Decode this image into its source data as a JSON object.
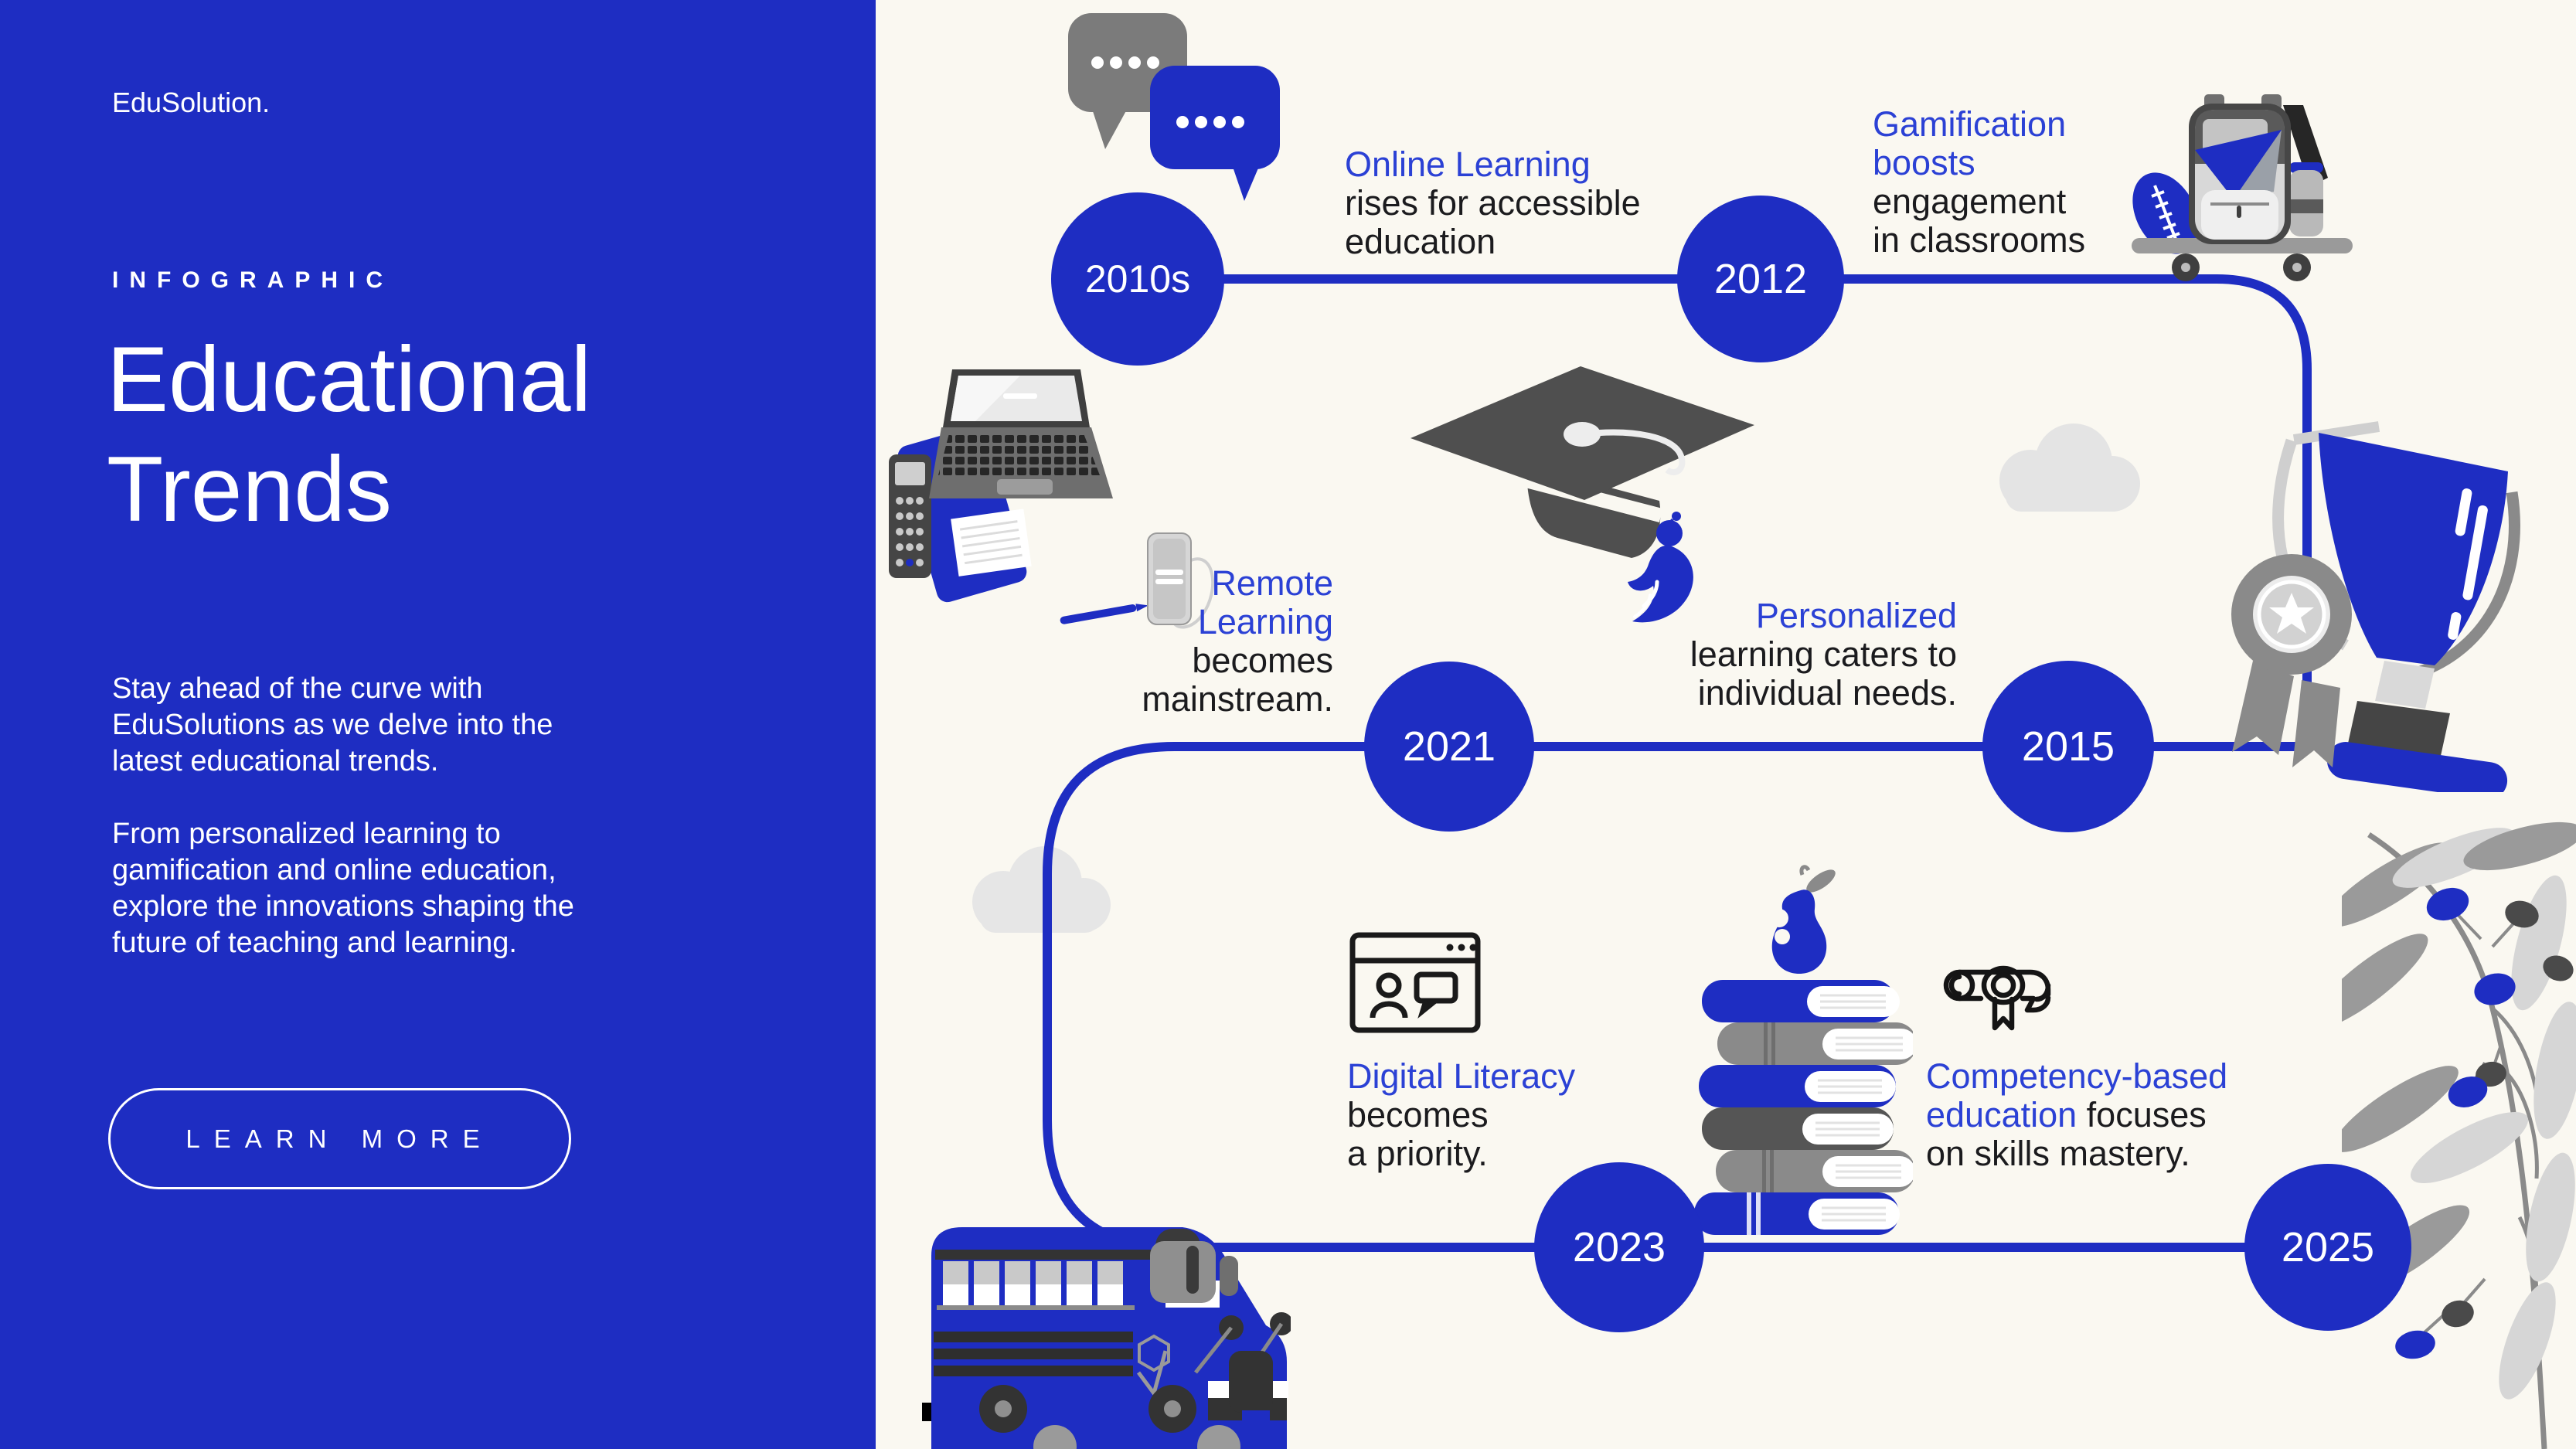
{
  "brand": "EduSolution.",
  "left_panel": {
    "eyebrow": "INFOGRAPHIC",
    "title_lines": [
      "Educational",
      "Trends"
    ],
    "paragraph1_lines": [
      "Stay ahead of the curve with",
      "EduSolutions as we delve into the",
      "latest educational trends."
    ],
    "paragraph2_lines": [
      "From personalized learning to",
      "gamification and online education,",
      "explore the innovations shaping the",
      "future of teaching and learning."
    ],
    "cta_label": "LEARN MORE"
  },
  "timeline": {
    "events": {
      "y2010s": {
        "year": "2010s",
        "heading_lines": [
          "Online Learning"
        ],
        "body_lines": [
          "rises for accessible",
          "education"
        ]
      },
      "y2012": {
        "year": "2012",
        "heading_lines": [
          "Gamification",
          "boosts"
        ],
        "body_lines": [
          "engagement",
          "in classrooms"
        ]
      },
      "y2015": {
        "year": "2015",
        "heading_lines": [
          "Personalized"
        ],
        "body_lines": [
          "learning caters to",
          "individual needs."
        ]
      },
      "y2021": {
        "year": "2021",
        "heading_lines": [
          "Remote",
          "Learning"
        ],
        "body_lines": [
          "becomes",
          "mainstream."
        ]
      },
      "y2023": {
        "year": "2023",
        "heading_lines": [
          "Digital Literacy"
        ],
        "body_lines": [
          "becomes",
          "a priority."
        ]
      },
      "y2025": {
        "year": "2025",
        "heading_line1": "Competency-based",
        "heading_line2_blue": "education",
        "heading_line2_rest": " focuses",
        "body_line": "on skills mastery."
      }
    }
  },
  "icons": {
    "chat": "chat-bubbles",
    "backpack": "backpack-on-skateboard",
    "laptop": "laptop-workspace",
    "grad_cap": "graduation-cap-with-bird",
    "trophy": "trophy-with-medal",
    "cloud": "cloud",
    "video_call": "video-call-window",
    "books": "book-stack-with-pear",
    "diploma": "diploma-scroll",
    "bus": "school-bus",
    "leaves": "olive-branch"
  },
  "colors": {
    "primary_blue": "#1e2dc2",
    "heading_blue": "#2b41d5",
    "ink": "#1b1b1e",
    "cream": "#faf8f1",
    "gray_dark": "#4a4a4a",
    "gray_mid": "#8a8a8a",
    "gray_light": "#d9d9d9",
    "white": "#ffffff"
  }
}
